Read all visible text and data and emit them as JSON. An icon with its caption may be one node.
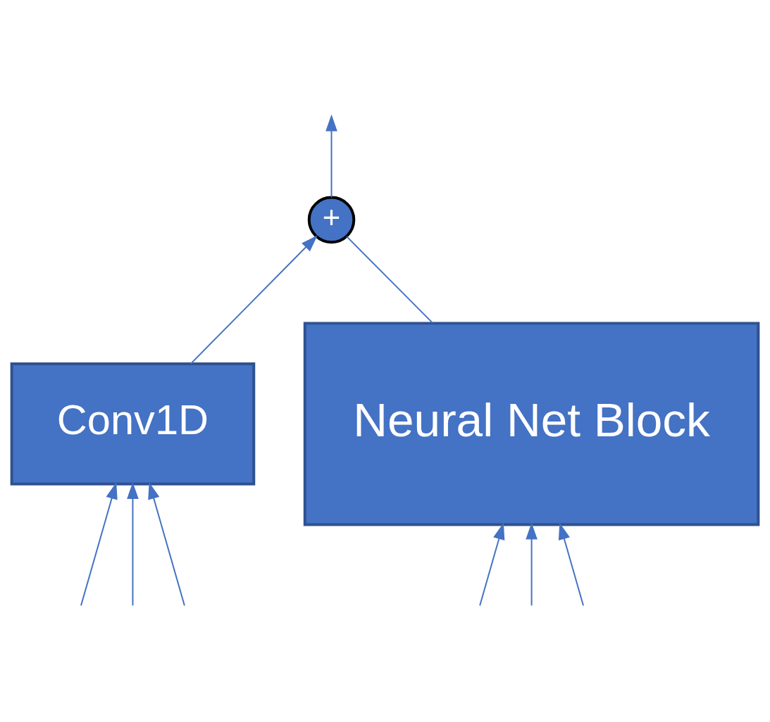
{
  "diagram": {
    "nodes": [
      {
        "text": [
          "Neural Net Block"
        ]
      },
      {
        "text": [
          "Conv1D"
        ]
      },
      {
        "text": [
          "+"
        ]
      }
    ],
    "edges": [
      {
        "from": null,
        "to": 0,
        "arrow": "to"
      },
      {
        "from": null,
        "to": 0,
        "arrow": "to"
      },
      {
        "from": null,
        "to": 0,
        "arrow": "to"
      },
      {
        "from": null,
        "to": 1,
        "arrow": "to"
      },
      {
        "from": null,
        "to": 1,
        "arrow": "to"
      },
      {
        "from": null,
        "to": 1,
        "arrow": "to"
      },
      {
        "from": 0,
        "to": 2,
        "arrow": "none"
      },
      {
        "from": 1,
        "to": 2,
        "arrow": "to"
      },
      {
        "from": 2,
        "to": null,
        "arrow": "to"
      }
    ]
  }
}
